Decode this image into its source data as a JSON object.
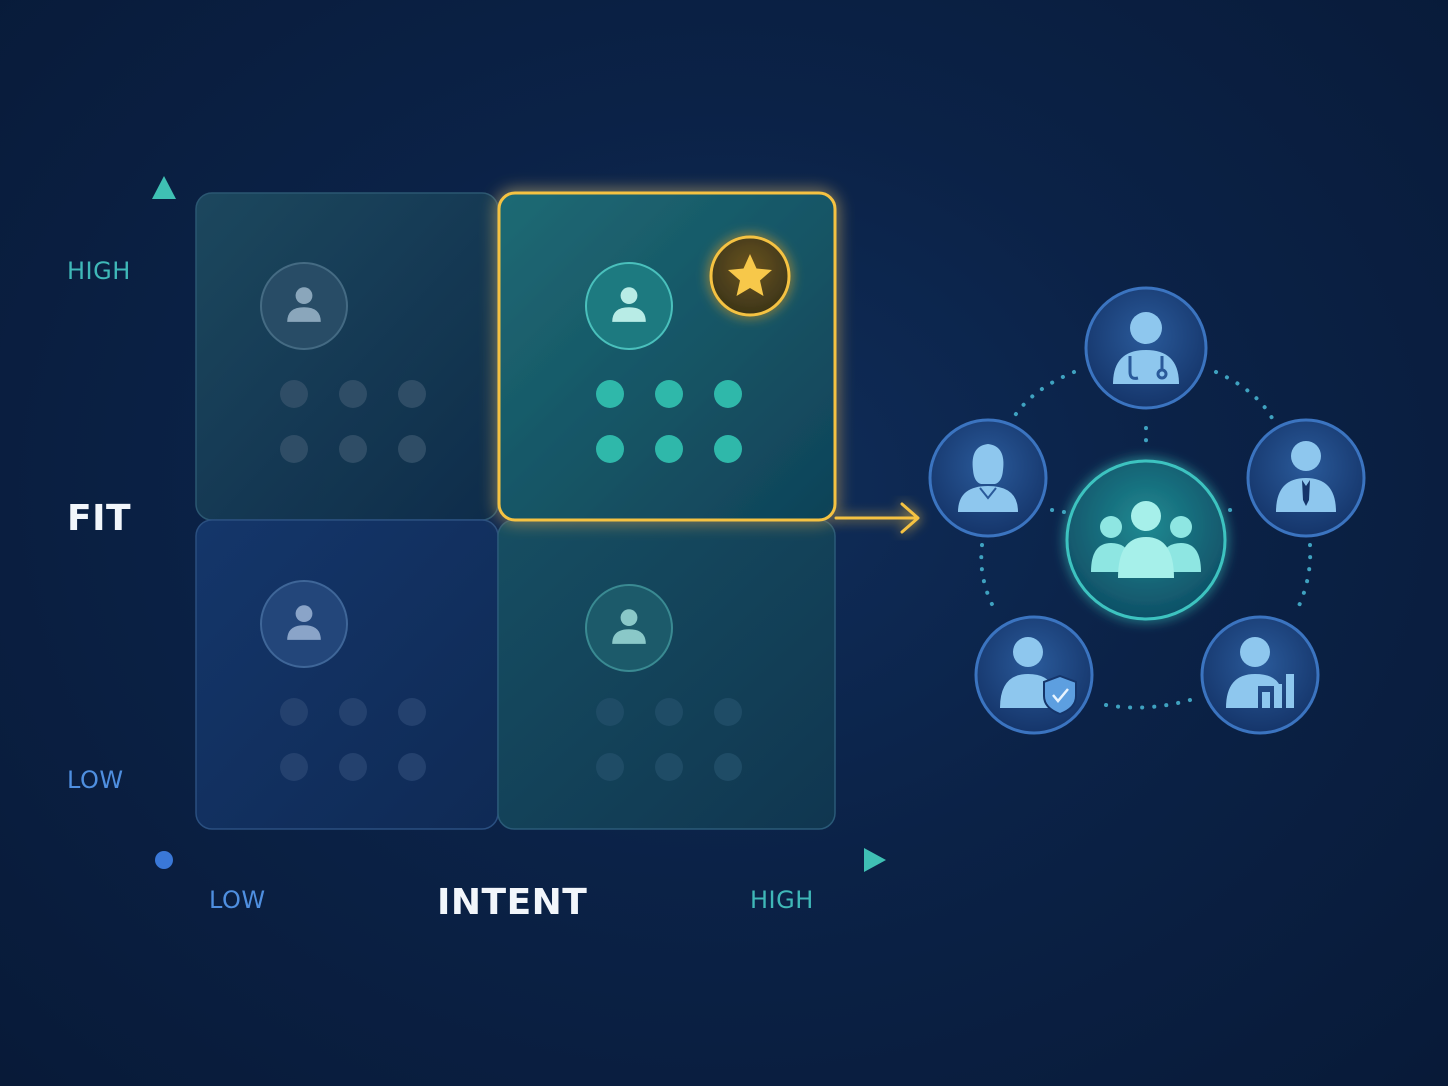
{
  "axes": {
    "y_label": "FIT",
    "y_high": "HIGH",
    "y_low": "LOW",
    "x_label": "INTENT",
    "x_low": "LOW",
    "x_high": "HIGH"
  },
  "colors": {
    "background": "#0b2247",
    "teal": "#3fb8b8",
    "blue": "#4f8fe0",
    "gold": "#f5c242",
    "highlight_quadrant": "#1b5f6e"
  },
  "quadrants": [
    {
      "position": "top-left",
      "state": "dimmed"
    },
    {
      "position": "top-right",
      "state": "highlighted",
      "badge": "star-icon"
    },
    {
      "position": "bottom-left",
      "state": "dimmed"
    },
    {
      "position": "bottom-right",
      "state": "dimmed"
    }
  ],
  "network": {
    "center": "group-icon",
    "nodes": [
      "doctor-icon",
      "businessman-icon",
      "analyst-icon",
      "security-person-icon",
      "woman-icon"
    ]
  }
}
